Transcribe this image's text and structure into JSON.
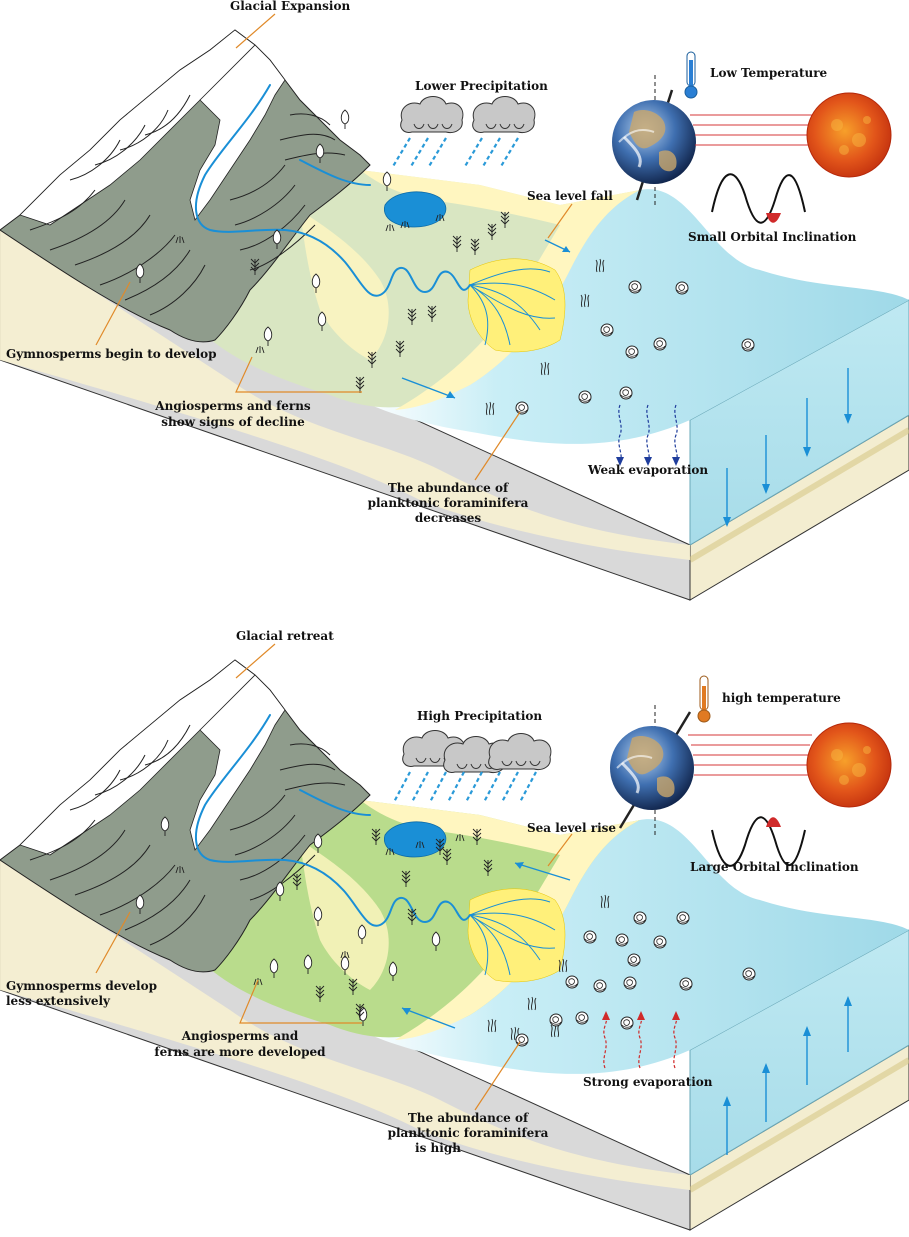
{
  "panels": [
    {
      "id": "top",
      "glacier_label": "Glacial Expansion",
      "precip_label": "Lower Precipitation",
      "temp_label": "Low Temperature",
      "orbit_label": "Small Orbital Inclination",
      "sea_label": "Sea level fall",
      "evap_label": "Weak evaporation",
      "gymno_label": "Gymnosperms begin to develop",
      "angio_label_1": "Angiosperms and ferns",
      "angio_label_2": "show signs of decline",
      "foram_label_1": "The abundance of",
      "foram_label_2": "planktonic foraminifera",
      "foram_label_3": "decreases"
    },
    {
      "id": "bottom",
      "glacier_label": "Glacial retreat",
      "precip_label": "High Precipitation",
      "temp_label": "high temperature",
      "orbit_label": "Large Orbital Inclination",
      "sea_label": "Sea level rise",
      "evap_label": "Strong evaporation",
      "gymno_label_1": "Gymnosperms develop",
      "gymno_label_2": "less extensively",
      "angio_label_1": "Angiosperms and",
      "angio_label_2": "ferns are more developed",
      "foram_label_1": "The abundance of",
      "foram_label_2": "planktonic foraminifera",
      "foram_label_3": "is high"
    }
  ],
  "colors": {
    "mountain": "#8f9c8c",
    "snow": "#ffffff",
    "plain_top": "#d9e6c2",
    "plain_bottom": "#b9dc8c",
    "beach": "#fff6c0",
    "delta": "#fff07a",
    "sea": "#aee2ee",
    "river": "#1a8fd6",
    "leader": "#e08a2a",
    "sun": "#e2551a",
    "warm_vapor": "#d02a2a",
    "cold_vapor": "#1f3d9c"
  }
}
